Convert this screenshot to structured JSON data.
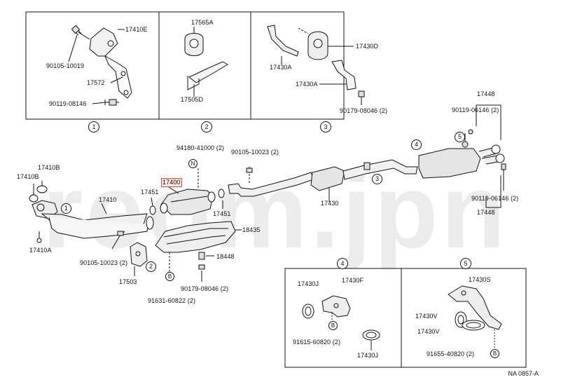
{
  "watermark": "reom.jpn",
  "reference_code": "NA 0857-A",
  "highlight_color": "#e0503a",
  "insets": {
    "one": "1",
    "two": "2",
    "three": "3",
    "four": "4",
    "five": "5"
  },
  "labels": {
    "p17410E": "17410E",
    "p90105_10019": "90105-10019",
    "p17572": "17572",
    "p90119_08146_a": "90119-08146",
    "p17565A": "17565A",
    "p17505D": "17505D",
    "p17430D": "17430D",
    "p17430A_1": "17430A",
    "p17430A_2": "17430A",
    "p90179_08046_a": "90179-08046 (2)",
    "p17448_top": "17448",
    "p90119_06146_top": "90119-06146 (2)",
    "p94180_41000": "94180-41000 (2)",
    "p90105_10023_a": "90105-10023 (2)",
    "p17410B_1": "17410B",
    "p17410B_2": "17410B",
    "p17400": "17400",
    "p17451_a": "17451",
    "p17451_b": "17451",
    "p17410": "17410",
    "p18435": "18435",
    "p17410A": "17410A",
    "p90105_10023_b": "90105-10023 (2)",
    "p18448": "18448",
    "p17503": "17503",
    "p90179_08046_b": "90179-08046 (2)",
    "p91631_60822": "91631-60822 (2)",
    "p17430": "17430",
    "p90119_06146_right": "90119-06146 (2)",
    "p17448_right": "17448",
    "p17430J_1": "17430J",
    "p17430F": "17430F",
    "p91615_60820": "91615-60820 (2)",
    "p17430J_2": "17430J",
    "p17430S": "17430S",
    "p17430V_1": "17430V",
    "p17430V_2": "17430V",
    "p91655_40820": "91655-40820 (2)"
  },
  "markers": {
    "n": "N",
    "b1": "B",
    "b2": "B",
    "b3": "B",
    "c1": "1",
    "c2": "2",
    "c3": "3",
    "c4": "4",
    "c5": "5"
  }
}
